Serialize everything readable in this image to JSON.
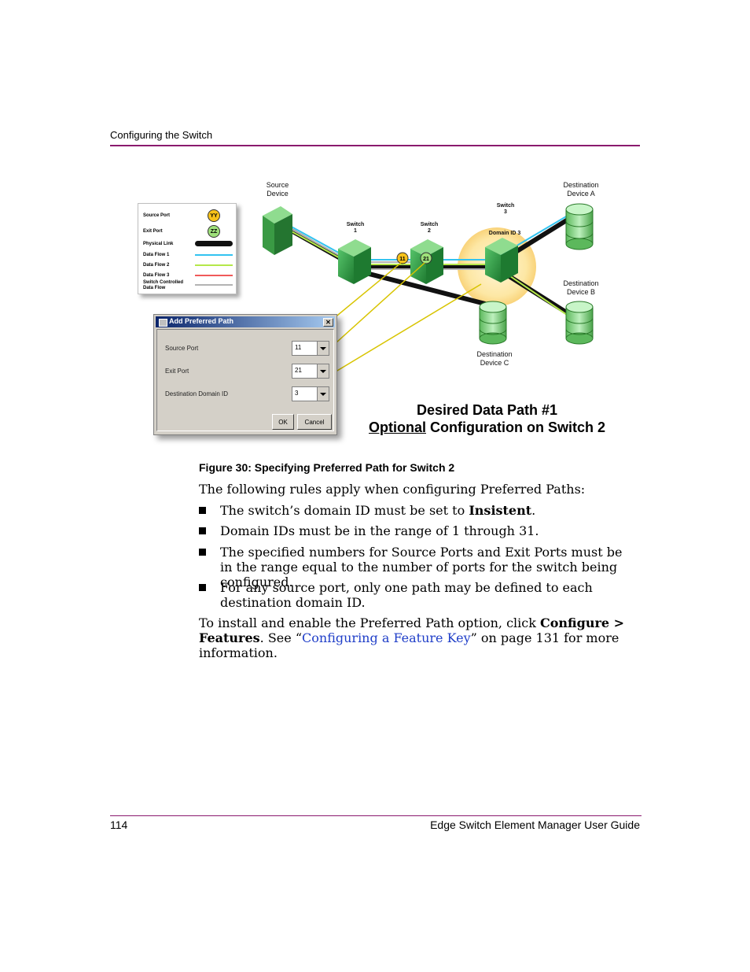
{
  "header": {
    "section": "Configuring the Switch"
  },
  "figure": {
    "labels": {
      "source_device": [
        "Source",
        "Device"
      ],
      "dest_a": [
        "Destination",
        "Device A"
      ],
      "dest_b": [
        "Destination",
        "Device B"
      ],
      "dest_c": [
        "Destination",
        "Device C"
      ],
      "switch1": [
        "Switch",
        "1"
      ],
      "switch2": [
        "Switch",
        "2"
      ],
      "switch3": [
        "Switch",
        "3"
      ],
      "domain": "Domain ID 3",
      "port_11": "11",
      "port_21": "21"
    },
    "legend": {
      "source_port": "Source Port",
      "source_port_badge": "YY",
      "exit_port": "Exit Port",
      "exit_port_badge": "ZZ",
      "physical_link": "Physical Link",
      "flow1": "Data Flow 1",
      "flow2": "Data Flow 2",
      "flow3": "Data Flow 3",
      "switch_controlled": [
        "Switch Controlled",
        "Data Flow"
      ]
    },
    "colors": {
      "flow1": "#33c3f0",
      "flow2": "#b5e84a",
      "flow3": "#f05a5a",
      "switch_controlled": "#b3b3b3",
      "switch_green": "#2e9a3e",
      "device_green": "#7ccf7c",
      "domain_glow": "#fde7a4"
    },
    "dialog": {
      "title": "Add Preferred Path",
      "source_port_label": "Source Port",
      "source_port_value": "11",
      "exit_port_label": "Exit Port",
      "exit_port_value": "21",
      "dest_domain_label": "Destination Domain ID",
      "dest_domain_value": "3",
      "ok_label": "OK",
      "cancel_label": "Cancel"
    },
    "title_line1": "Desired Data Path #1",
    "title_line2_underlined": "Optional",
    "title_line2_rest": " Configuration on Switch 2"
  },
  "caption": "Figure 30:  Specifying Preferred Path for Switch 2",
  "intro": "The following rules apply when configuring Preferred Paths:",
  "bullets": {
    "b1_pre": "The switch’s domain ID must be set to ",
    "b1_bold": "Insistent",
    "b1_post": ".",
    "b2": "Domain IDs must be in the range of 1 through 31.",
    "b3": "The specified numbers for Source Ports and Exit Ports must be in the range equal to the number of ports for the switch being configured.",
    "b4": "For any source port, only one path may be defined to each destination domain ID."
  },
  "closing": {
    "pre": "To install and enable the Preferred Path option, click ",
    "bold": "Configure > Features",
    "mid": ". See “",
    "link": "Configuring a Feature Key",
    "post": "” on page 131 for more information."
  },
  "footer": {
    "page_number": "114",
    "guide_title": "Edge Switch Element Manager User Guide"
  }
}
